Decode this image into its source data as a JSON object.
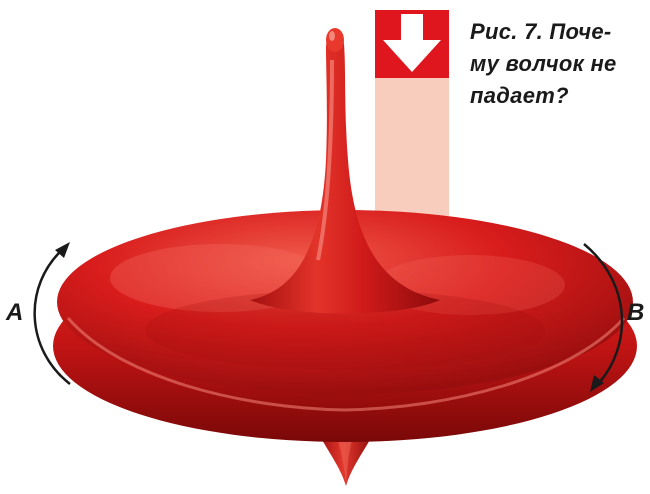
{
  "caption": {
    "lines": [
      "Рис. 7. Поче-",
      "му волчок не",
      "падает?"
    ]
  },
  "labels": {
    "left": "A",
    "right": "B"
  },
  "colors": {
    "top_red": "#d81c1c",
    "top_red_dark": "#8c0b0b",
    "top_highlight": "#f46a5e",
    "force_arrow": "#e0161e",
    "force_band": "#f9cdbd",
    "rotation_arrow": "#1a1a1a"
  },
  "icons": {
    "force": "down-arrow-icon",
    "rotation_left": "curved-arrow-up-icon",
    "rotation_right": "curved-arrow-down-icon"
  }
}
